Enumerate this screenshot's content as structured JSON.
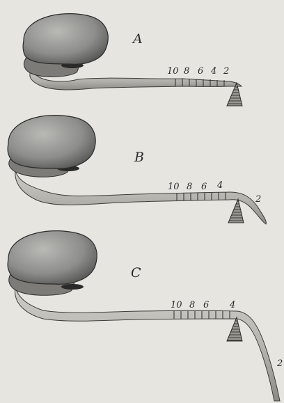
{
  "figures": [
    {
      "label": "A",
      "scale_marks": [
        "10",
        "8",
        "6",
        "4",
        "2"
      ]
    },
    {
      "label": "B",
      "scale_marks": [
        "10",
        "8",
        "6",
        "4"
      ],
      "tip_mark": "2"
    },
    {
      "label": "C",
      "scale_marks": [
        "10",
        "8",
        "6",
        "4"
      ],
      "tip_mark": "2"
    }
  ],
  "colors": {
    "background": "#e6e5e0",
    "ink": "#2a2a2a",
    "seed": "#8f8f8f",
    "radicle": "#b8b6b0"
  }
}
